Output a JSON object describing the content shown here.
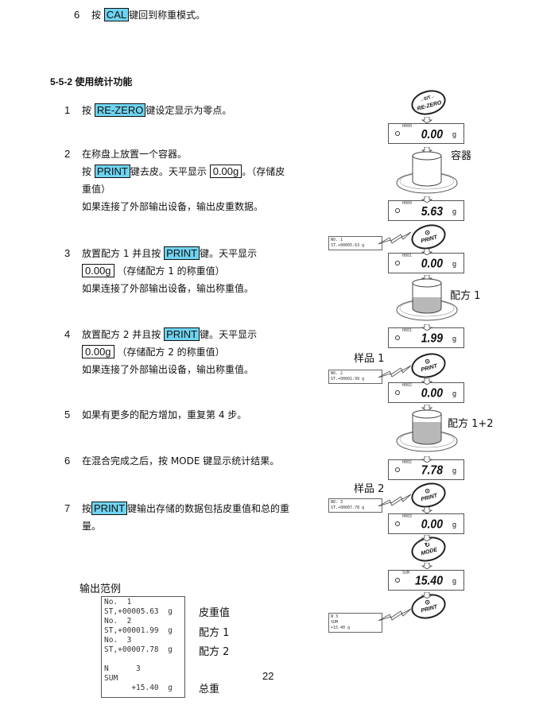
{
  "prev_step": {
    "num": "6",
    "pre": "按",
    "key": "CAL",
    "post": "键回到称重模式。"
  },
  "section": "5-5-2 使用统计功能",
  "steps": [
    {
      "num": "1",
      "pre": "按",
      "key": "RE-ZERO",
      "post": "键设定显示为零点。"
    },
    {
      "num": "2",
      "l1": "在称盘上放置一个容器。",
      "l2pre": "按",
      "key": "PRINT",
      "l2mid": "键去皮。天平显示",
      "boxed": "0.00g",
      "l2post": "。（存储皮",
      "l3": "重值）",
      "l4": "如果连接了外部输出设备，输出皮重数据。"
    },
    {
      "num": "3",
      "l1pre": "放置配方 1 并且按",
      "key": "PRINT",
      "l1post": "键。天平显示",
      "boxed": "0.00g",
      "l2post": "（存储配方 1 的称重值）",
      "l3": "如果连接了外部输出设备，输出称重值。"
    },
    {
      "num": "4",
      "l1pre": "放置配方 2 并且按",
      "key": "PRINT",
      "l1post": "键。天平显示",
      "boxed": "0.00g",
      "l2post": "（存储配方 2 的称重值）",
      "l3": "如果连接了外部输出设备，输出称重值。"
    },
    {
      "num": "5",
      "text": "如果有更多的配方增加，重复第 4 步。"
    },
    {
      "num": "6",
      "text": "在混合完成之后，按 MODE 键显示统计结果。"
    },
    {
      "num": "7",
      "pre": "按",
      "key": "PRINT",
      "post": "键输出存储的数据包括皮重值和总的重",
      "l2": "量。"
    }
  ],
  "output_example": {
    "title": "输出范例",
    "printout": "No.  1\nST,+00005.63  g\nNo.  2\nST,+00001.99  g\nNo.  3\nST,+00007.78  g\n\nN      3\nSUM\n      +15.40  g",
    "labels": [
      "皮重值",
      "配方 1",
      "配方 2",
      "总重"
    ]
  },
  "page_number": "22",
  "diagram": {
    "keys": {
      "rezero_top": "→0/T←",
      "rezero": "RE-ZERO",
      "print_icon": "⊙",
      "print": "PRINT",
      "mode_icon": "↻",
      "mode": "MODE"
    },
    "displays": [
      {
        "label": "H000",
        "value": "0.00",
        "unit": "g"
      },
      {
        "label": "H000",
        "value": "5.63",
        "unit": "g"
      },
      {
        "label": "H001",
        "value": "0.00",
        "unit": "g"
      },
      {
        "label": "H001",
        "value": "1.99",
        "unit": "g"
      },
      {
        "label": "H002",
        "value": "0.00",
        "unit": "g"
      },
      {
        "label": "H002",
        "value": "7.78",
        "unit": "g"
      },
      {
        "label": "H003",
        "value": "0.00",
        "unit": "g"
      },
      {
        "label": "SUM",
        "value": "15.40",
        "unit": "g"
      }
    ],
    "printouts": [
      {
        "l1": "NO.  1",
        "l2": "ST.+00005.63  g"
      },
      {
        "l1": "NO.  2",
        "l2": "ST.+00001.99  g"
      },
      {
        "l1": "NO.  3",
        "l2": "ST.+00007.78  g"
      },
      {
        "l1": "N      3",
        "l2": "SUM",
        "l3": "     +15.40  g"
      }
    ],
    "captions": {
      "container": "容器",
      "recipe1": "配方 1",
      "sample1": "样品 1",
      "recipe12": "配方 1+2",
      "sample2": "样品 2"
    }
  }
}
